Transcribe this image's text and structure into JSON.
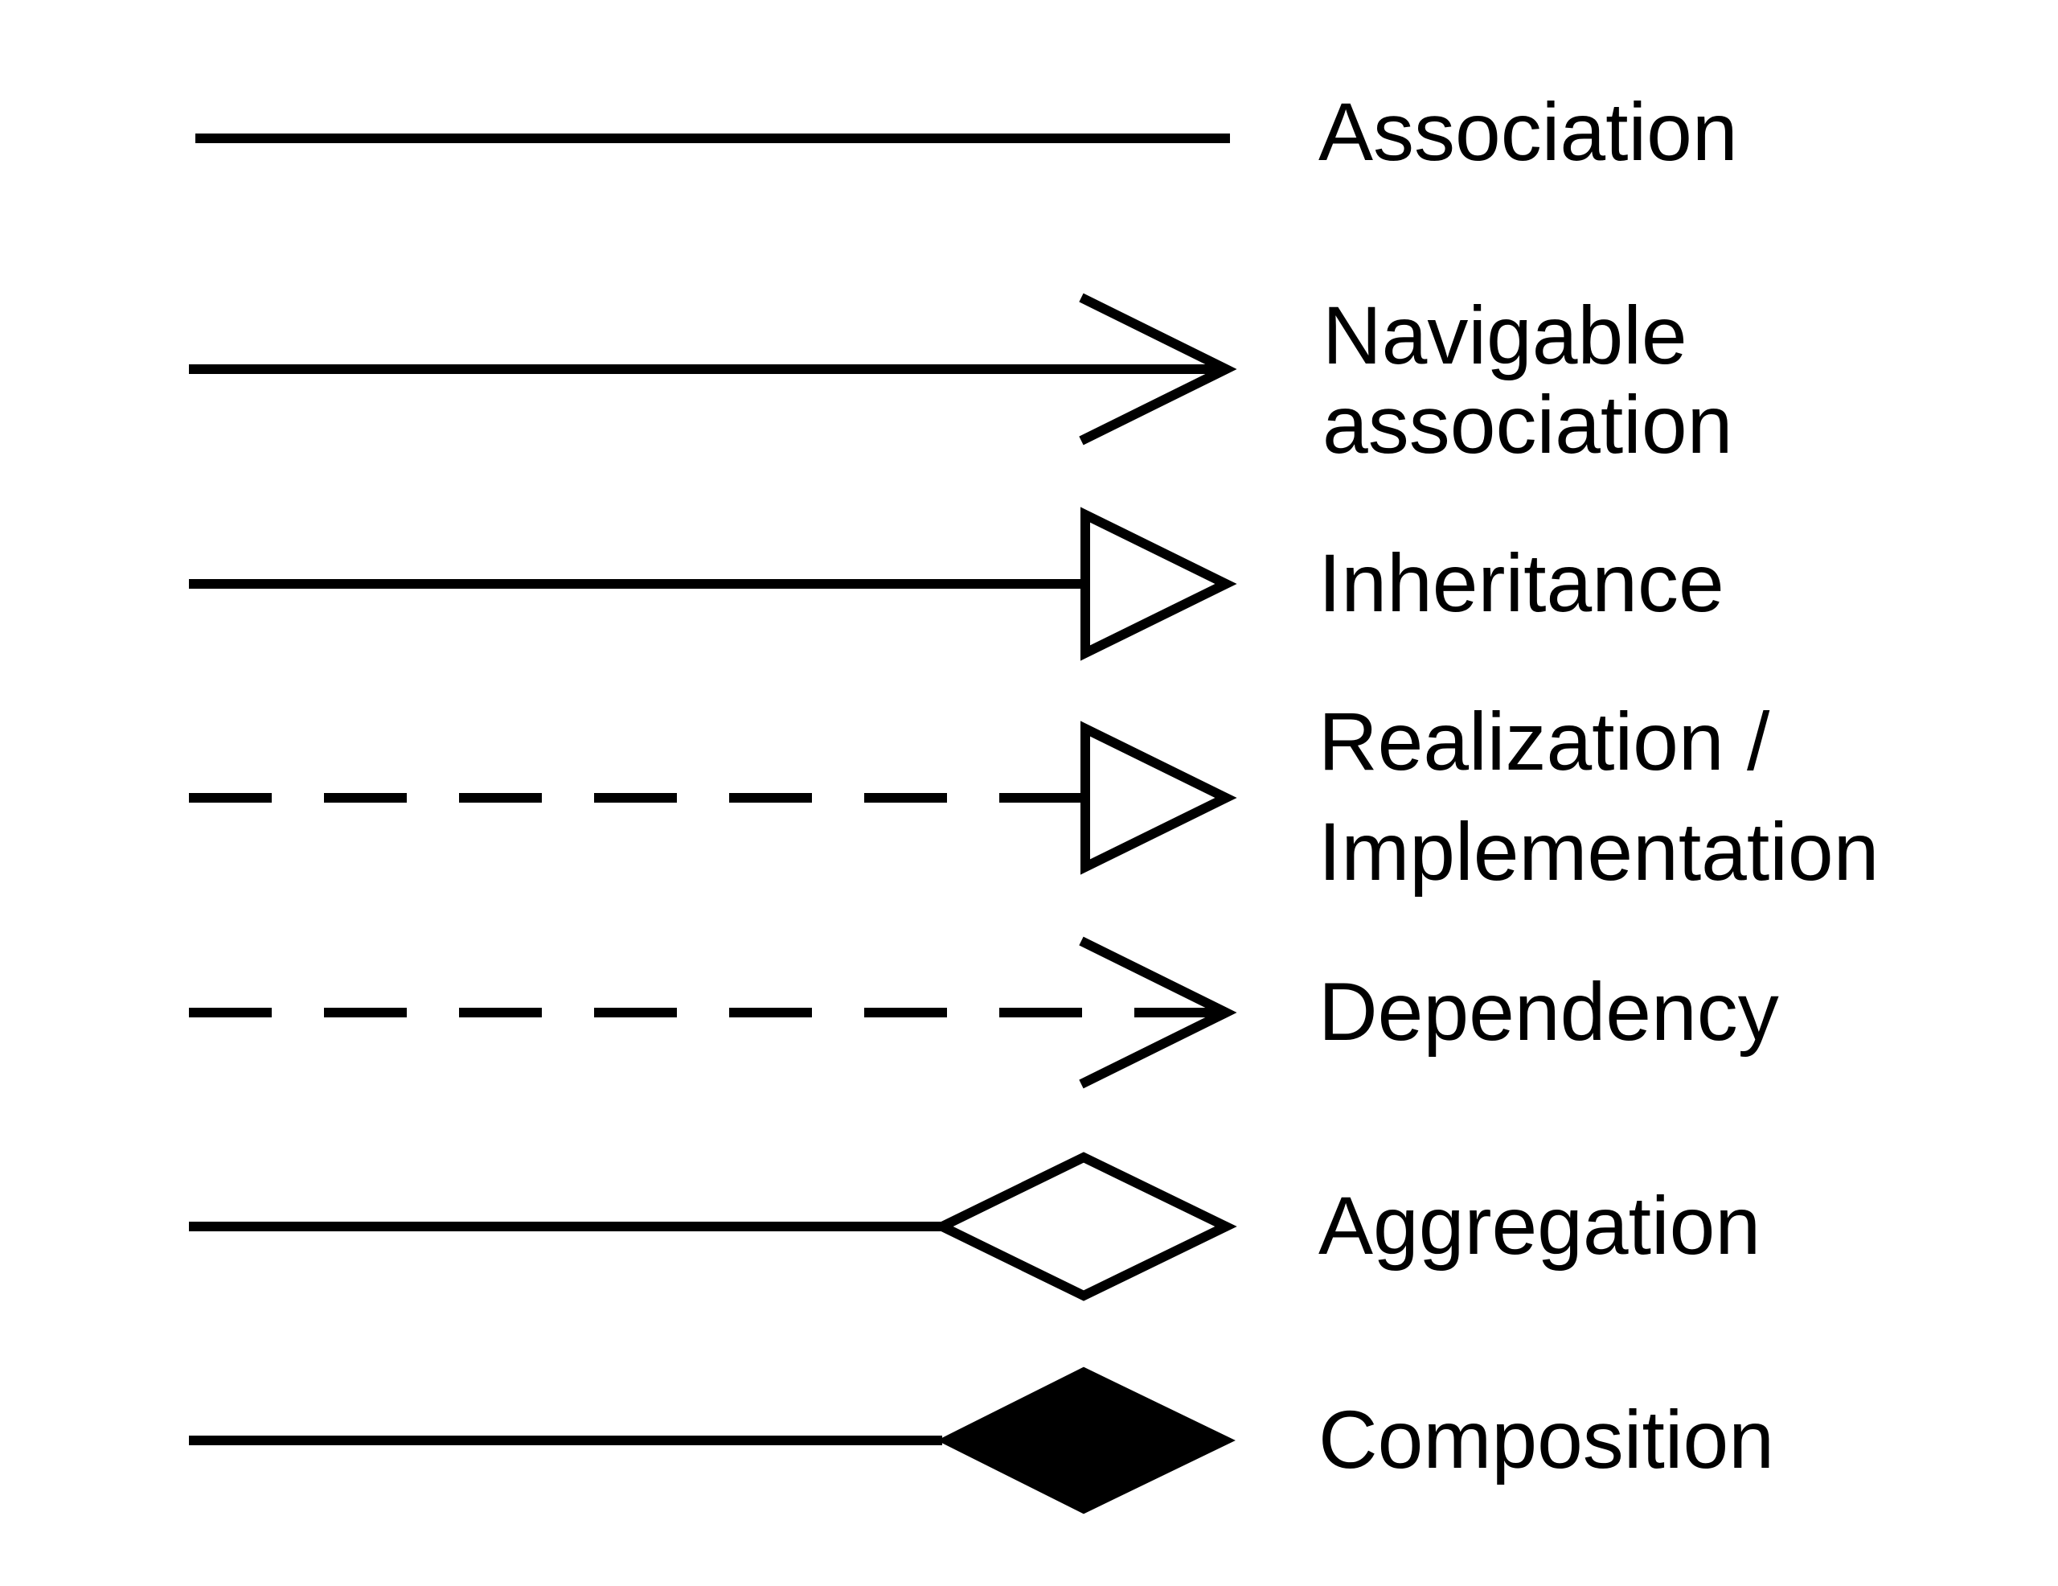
{
  "colors": {
    "stroke": "#000000",
    "background": "#ffffff"
  },
  "legend": [
    {
      "id": "association",
      "label_lines": [
        "Association"
      ],
      "line": "solid",
      "head": "none"
    },
    {
      "id": "navigable-association",
      "label_lines": [
        "Navigable",
        "association"
      ],
      "line": "solid",
      "head": "open-arrow"
    },
    {
      "id": "inheritance",
      "label_lines": [
        "Inheritance"
      ],
      "line": "solid",
      "head": "hollow-triangle"
    },
    {
      "id": "realization",
      "label_lines": [
        "Realization /",
        "Implementation"
      ],
      "line": "dashed",
      "head": "hollow-triangle"
    },
    {
      "id": "dependency",
      "label_lines": [
        "Dependency"
      ],
      "line": "dashed",
      "head": "open-arrow"
    },
    {
      "id": "aggregation",
      "label_lines": [
        "Aggregation"
      ],
      "line": "solid",
      "head": "hollow-diamond"
    },
    {
      "id": "composition",
      "label_lines": [
        "Composition"
      ],
      "line": "solid",
      "head": "filled-diamond"
    }
  ]
}
